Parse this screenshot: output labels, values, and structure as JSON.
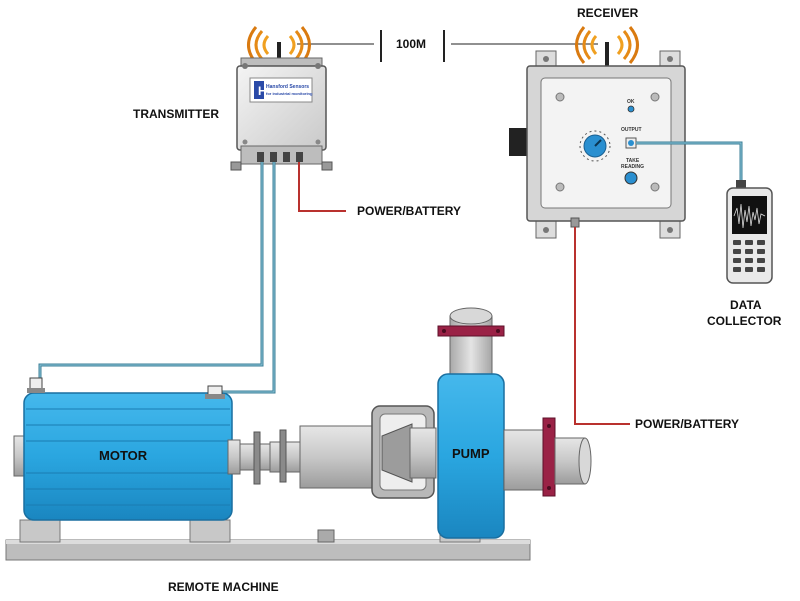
{
  "labels": {
    "receiver": "RECEIVER",
    "distance": "100M",
    "transmitter": "TRANSMITTER",
    "power_battery_tx": "POWER/BATTERY",
    "power_battery_rx": "POWER/BATTERY",
    "data_collector_line1": "DATA",
    "data_collector_line2": "COLLECTOR",
    "motor": "MOTOR",
    "pump": "PUMP",
    "remote_machine": "REMOTE MACHINE"
  },
  "receiver_panel": {
    "ok": "OK",
    "output": "OUTPUT",
    "take_reading_line1": "TAKE",
    "take_reading_line2": "READING"
  },
  "brand": {
    "line1": "Hansford Sensors",
    "line2": "for industrial monitoring"
  },
  "colors": {
    "equipment_blue": "#2aa6e0",
    "cable_blue": "#4d8ea6",
    "power_red": "#b9312e",
    "flange_red": "#9a2246",
    "steel_grey": "#c9c9c9",
    "signal_orange": "#e58a16"
  },
  "icons": [
    "antenna-signal-icon",
    "antenna-signal-icon"
  ]
}
